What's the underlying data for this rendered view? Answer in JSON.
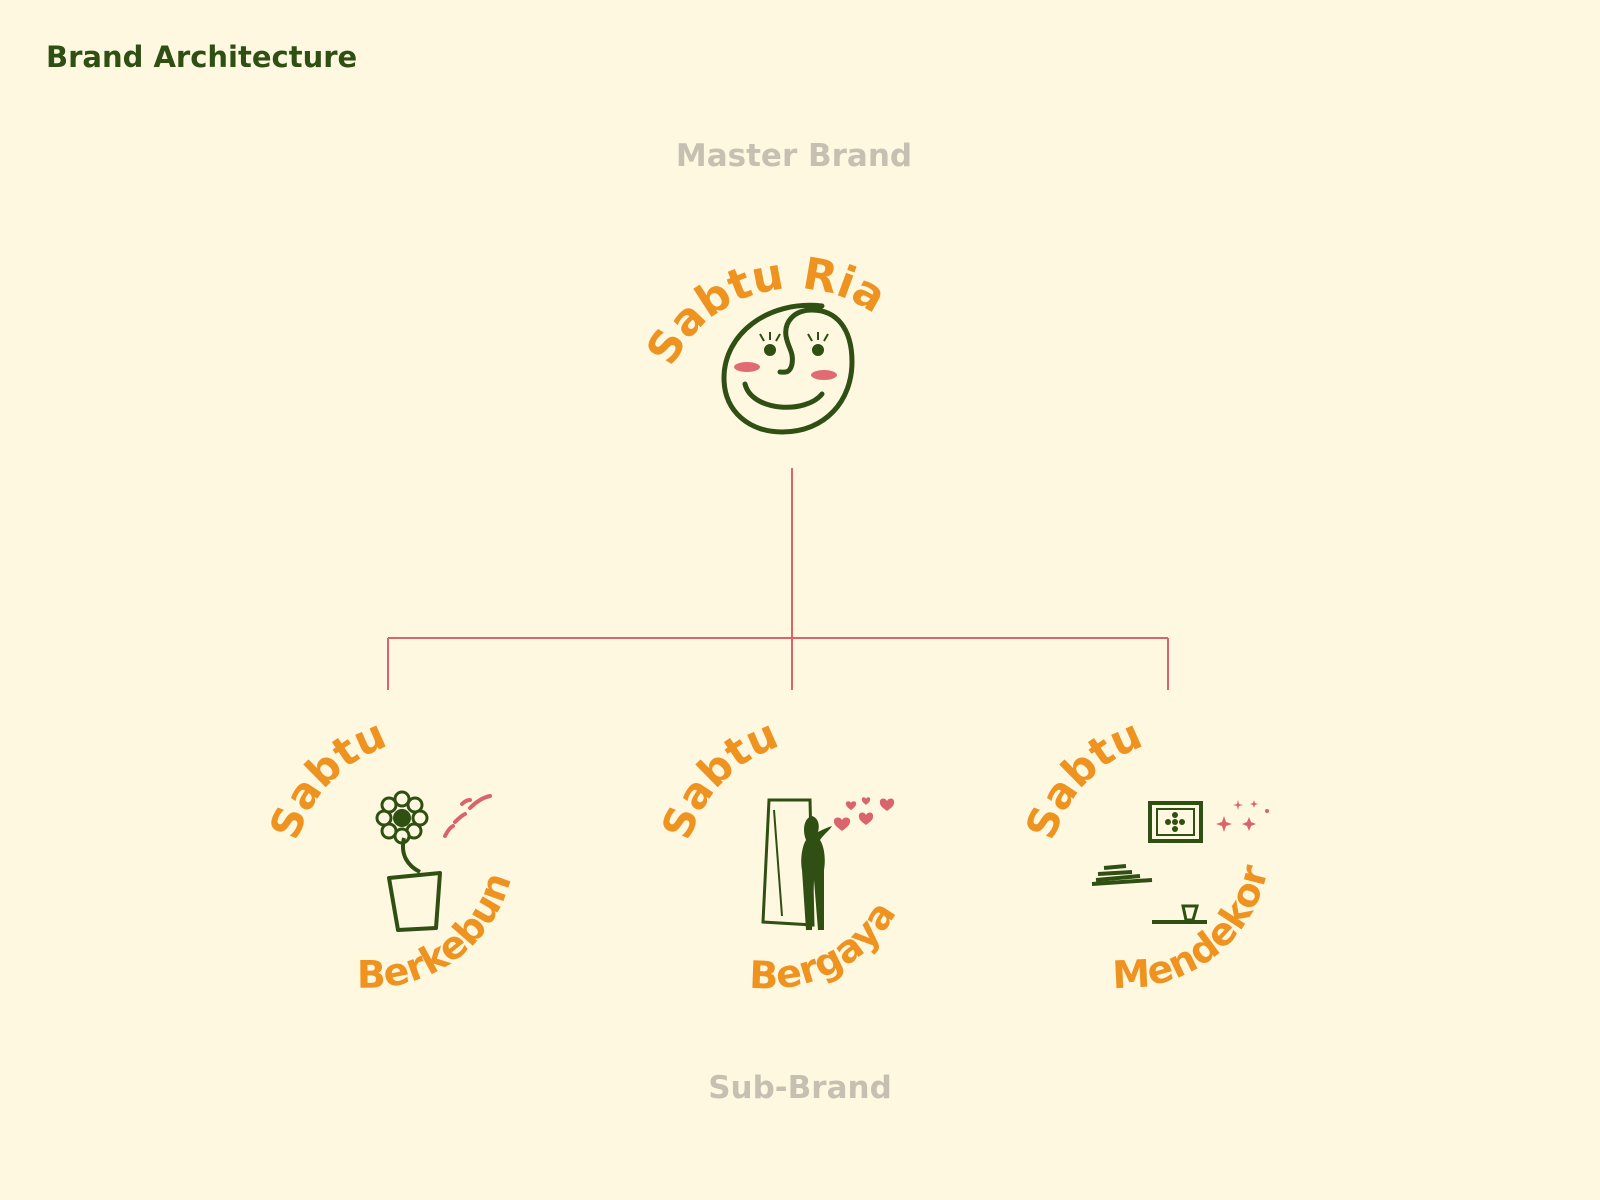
{
  "page": {
    "title": "Brand Architecture"
  },
  "tiers": {
    "master": "Master Brand",
    "sub": "Sub-Brand"
  },
  "master_brand": {
    "name_arc": "Sabtu Ria",
    "icon": "smiling-face-icon"
  },
  "sub_brands": [
    {
      "top": "Sabtu",
      "bottom": "Berkebun",
      "icon": "flower-pot-icon"
    },
    {
      "top": "Sabtu",
      "bottom": "Bergaya",
      "icon": "mirror-woman-icon"
    },
    {
      "top": "Sabtu",
      "bottom": "Mendekor",
      "icon": "frame-shelves-icon"
    }
  ],
  "colors": {
    "background": "#fff8e1",
    "primary_text": "#2f4f13",
    "accent_orange": "#ef9320",
    "connector": "#d9646b",
    "blush": "#e06b73",
    "label_gray": "#c5c0b1"
  }
}
